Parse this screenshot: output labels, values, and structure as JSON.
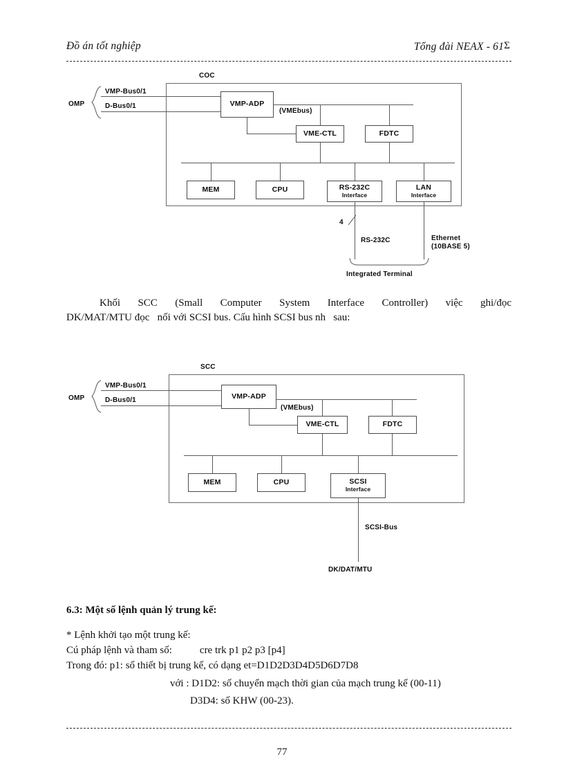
{
  "header": {
    "left": "Đồ án tốt nghiệp",
    "right": "Tổng đài NEAX - 61",
    "right_sigma": "Σ"
  },
  "footer": {
    "page_number": "77"
  },
  "diagram_coc": {
    "title": "COC",
    "source_label": "OMP",
    "bus_labels": [
      "VMP-Bus0/1",
      "D-Bus0/1"
    ],
    "vmebus_label": "(VMEbus)",
    "boxes": {
      "vmp_adp": "VMP-ADP",
      "vme_ctl": "VME-CTL",
      "fdtc": "FDTC",
      "mem": "MEM",
      "cpu": "CPU",
      "rs232c_l1": "RS-232C",
      "rs232c_l2": "Interface",
      "lan_l1": "LAN",
      "lan_l2": "Interface"
    },
    "annotations": {
      "multiplicity": "4",
      "rs232c_bus": "RS-232C",
      "ethernet_l1": "Ethernet",
      "ethernet_l2": "(10BASE 5)",
      "terminal": "Integrated Terminal"
    }
  },
  "paragraph_scc": {
    "line1": "Khối SCC (Small Computer System Interface Controller) việc ghi/đọc",
    "line2": "DK/MAT/MTU đọc   nối với SCSI bus. Cấu hình SCSI bus nh   sau:"
  },
  "diagram_scc": {
    "title": "SCC",
    "source_label": "OMP",
    "bus_labels": [
      "VMP-Bus0/1",
      "D-Bus0/1"
    ],
    "vmebus_label": "(VMEbus)",
    "boxes": {
      "vmp_adp": "VMP-ADP",
      "vme_ctl": "VME-CTL",
      "fdtc": "FDTC",
      "mem": "MEM",
      "cpu": "CPU",
      "scsi_l1": "SCSI",
      "scsi_l2": "Interface"
    },
    "annotations": {
      "scsi_bus": "SCSI-Bus",
      "devices": "DK/DAT/MTU"
    }
  },
  "section": {
    "number": "6.3",
    "title": ": Một số lệnh quản lý trung kế:"
  },
  "commands": {
    "line_star": "* Lệnh khởi tạo một trung kế:",
    "line_syntax_label": "Cú pháp lệnh và tham số:",
    "line_syntax_value": "cre trk p1 p2 p3 [p4]",
    "line_p1": "Trong đó: p1: số thiết bị trung kế, có dạng et=D1D2D3D4D5D6D7D8",
    "line_d1d2": "với : D1D2: số chuyển mạch thời gian của mạch trung kế  (00-11)",
    "line_d3d4": "D3D4: số KHW (00-23)."
  }
}
